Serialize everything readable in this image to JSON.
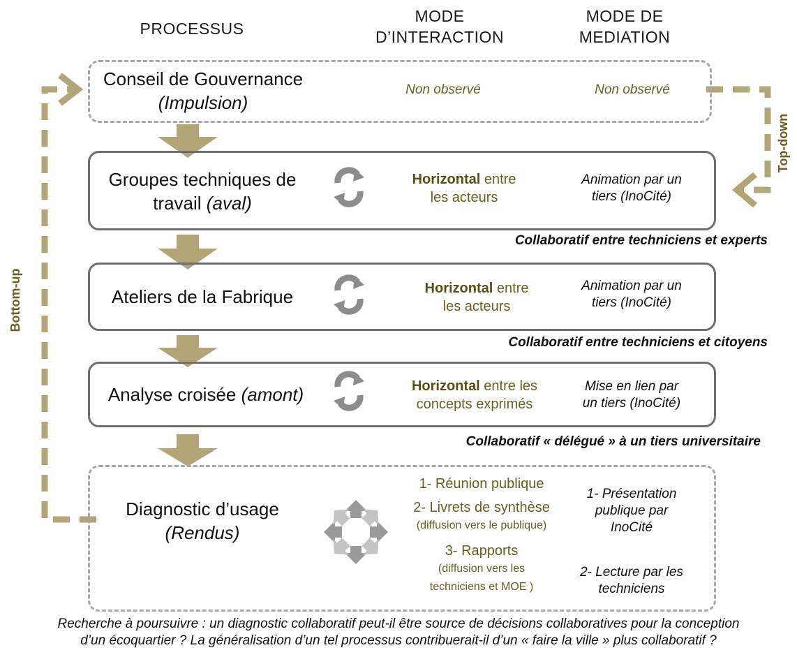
{
  "headers": {
    "processus": "PROCESSUS",
    "interaction_l1": "MODE",
    "interaction_l2": "D’INTERACTION",
    "mediation_l1": "MODE DE",
    "mediation_l2": "MEDIATION"
  },
  "conseil": {
    "title_l1": "Conseil de Gouvernance",
    "title_l2": "(Impulsion)",
    "interaction": "Non observé",
    "mediation": "Non observé"
  },
  "groupes": {
    "title_l1": "Groupes techniques de",
    "title_l2a": "travail ",
    "title_l2b": "(aval)",
    "interaction_bold": "Horizontal",
    "interaction_rest1": " entre",
    "interaction_l2": "les acteurs",
    "mediation_l1": "Animation par un",
    "mediation_l2": "tiers (InoCité)",
    "collab": "Collaboratif entre techniciens et experts"
  },
  "ateliers": {
    "title": "Ateliers de la Fabrique",
    "interaction_bold": "Horizontal",
    "interaction_rest1": " entre",
    "interaction_l2": "les acteurs",
    "mediation_l1": "Animation par un",
    "mediation_l2": "tiers (InoCité)",
    "collab": "Collaboratif entre techniciens et citoyens"
  },
  "analyse": {
    "title_a": "Analyse croisée ",
    "title_b": "(amont)",
    "interaction_bold": "Horizontal",
    "interaction_rest1": " entre les",
    "interaction_l2": "concepts exprimés",
    "mediation_l1": "Mise en lien par",
    "mediation_l2": "un tiers (InoCité)",
    "collab": "Collaboratif « délégué » à un tiers universitaire"
  },
  "diagnostic": {
    "title_l1": "Diagnostic d’usage",
    "title_l2": "(Rendus)",
    "i1": "1- Réunion publique",
    "i2": "2- Livrets de synthèse",
    "i2_sub": "(diffusion vers le publique)",
    "i3": "3- Rapports",
    "i3_sub1": "(diffusion vers les",
    "i3_sub2": "techniciens et MOE )",
    "m1_l1": "1- Présentation",
    "m1_l2": "publique par",
    "m1_l3": "InoCité",
    "m2_l1": "2- Lecture par les",
    "m2_l2": "techniciens"
  },
  "side_labels": {
    "top_down": "Top-down",
    "bottom_up": "Bottom-up"
  },
  "footer": {
    "line1": "Recherche à poursuivre : un diagnostic collaboratif peut-il être source de décisions collaboratives pour la conception",
    "line2": "d’un écoquartier ? La généralisation d’un tel processus contribuerait-il d’un « faire la ville » plus collaboratif ?"
  },
  "colors": {
    "olive_arrow": "#b3a578",
    "olive_text": "#6b5e1f",
    "solid_border": "#6e6e6e",
    "dashed_border": "#a8a8a8",
    "cycle_icon": "#8c8c8c"
  }
}
